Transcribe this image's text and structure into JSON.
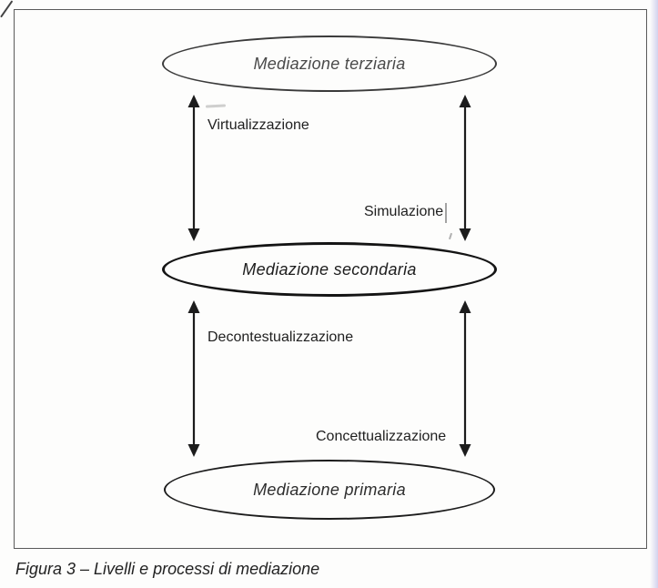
{
  "figure": {
    "caption": "Figura 3 – Livelli e processi di mediazione"
  },
  "diagram": {
    "levels": [
      {
        "id": "tertiary",
        "label": "Mediazione terziaria"
      },
      {
        "id": "secondary",
        "label": "Mediazione secondaria"
      },
      {
        "id": "primary",
        "label": "Mediazione primaria"
      }
    ],
    "processes": [
      {
        "id": "virtualization",
        "label": "Virtualizzazione"
      },
      {
        "id": "simulation",
        "label": "Simulazione"
      },
      {
        "id": "decontextualization",
        "label": "Decontestualizzazione"
      },
      {
        "id": "conceptualization",
        "label": "Concettualizzazione"
      }
    ]
  },
  "colors": {
    "line": "#1c1c1c",
    "frame": "#5a5a5a",
    "text": "#2a2a2a",
    "paper": "#fdfdfc",
    "edge_tint": "#a09edc"
  }
}
